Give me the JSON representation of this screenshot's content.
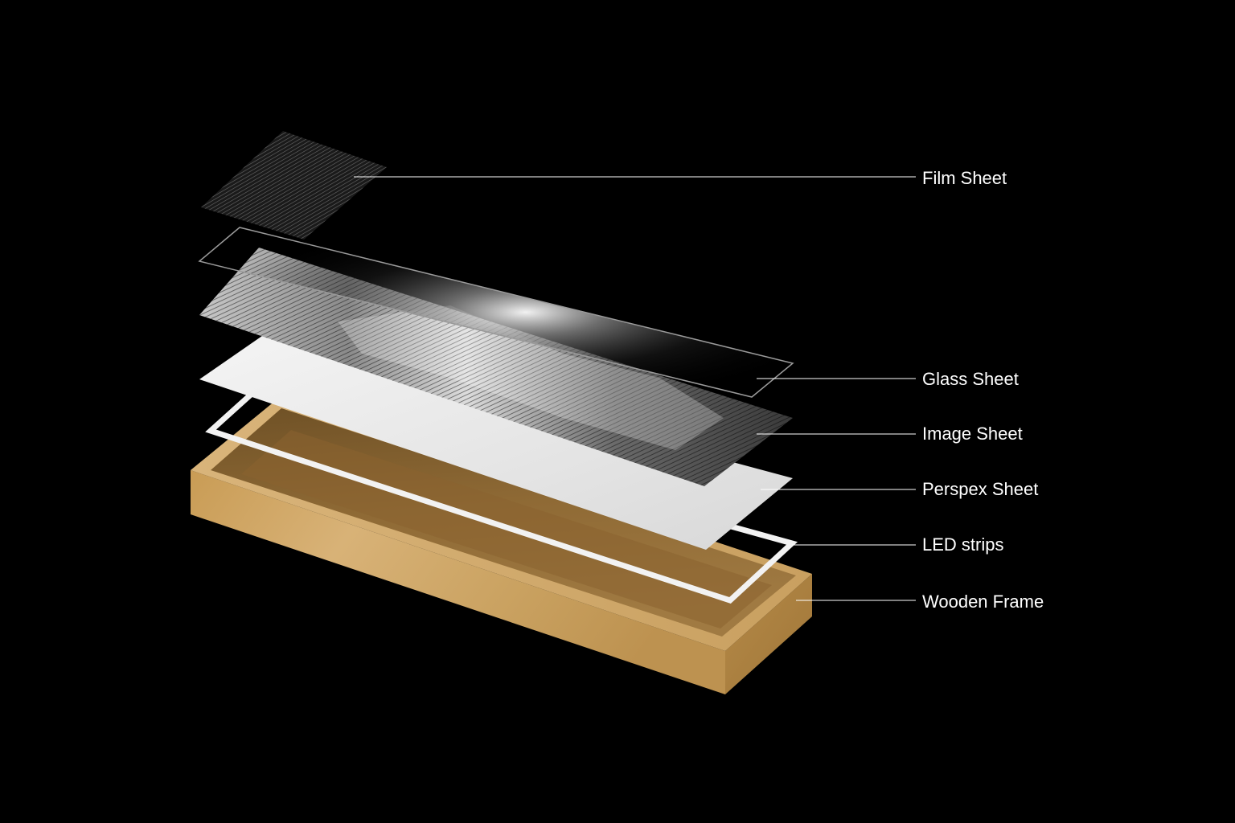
{
  "labels": {
    "film": "Film Sheet",
    "glass": "Glass Sheet",
    "image": "Image Sheet",
    "perspex": "Perspex Sheet",
    "led": "LED strips",
    "wood": "Wooden Frame"
  },
  "colors": {
    "background": "#000000",
    "wood": "#c9a262",
    "led": "#f2f2f2",
    "perspex": "#ececec",
    "leader_line": "#ffffff"
  }
}
